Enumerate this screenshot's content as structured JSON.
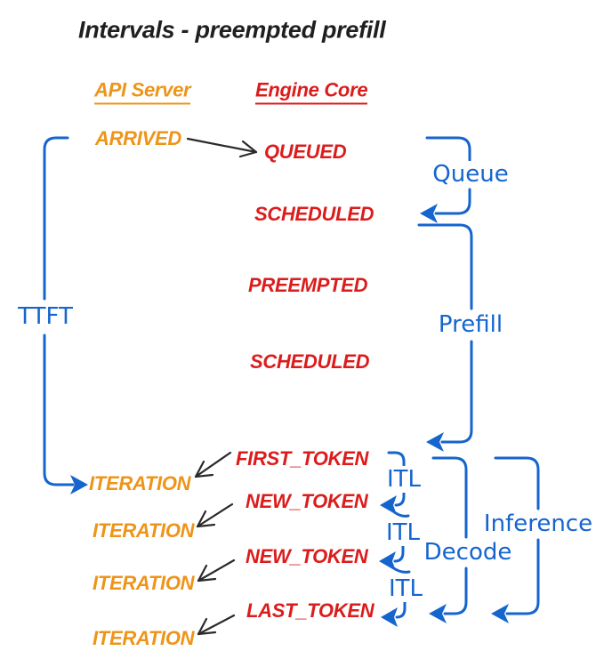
{
  "title": "Intervals - preempted prefill",
  "columns": {
    "api_server_header": "API Server",
    "engine_core_header": "Engine Core"
  },
  "api_events": {
    "arrived": "ARRIVED",
    "iterations": [
      "ITERATION",
      "ITERATION",
      "ITERATION",
      "ITERATION"
    ]
  },
  "engine_events": {
    "queued": "QUEUED",
    "scheduled_1": "SCHEDULED",
    "preempted": "PREEMPTED",
    "scheduled_2": "SCHEDULED",
    "first_token": "FIRST_TOKEN",
    "new_token_1": "NEW_TOKEN",
    "new_token_2": "NEW_TOKEN",
    "last_token": "LAST_TOKEN"
  },
  "intervals": {
    "ttft": "TTFT",
    "queue": "Queue",
    "prefill": "Prefill",
    "itl": [
      "ITL",
      "ITL",
      "ITL"
    ],
    "decode": "Decode",
    "inference": "Inference"
  },
  "colors": {
    "api_server_orange": "#EE9418",
    "engine_core_red": "#DC1C1C",
    "interval_blue": "#1565CE",
    "ink_black": "#2a2a2a"
  }
}
